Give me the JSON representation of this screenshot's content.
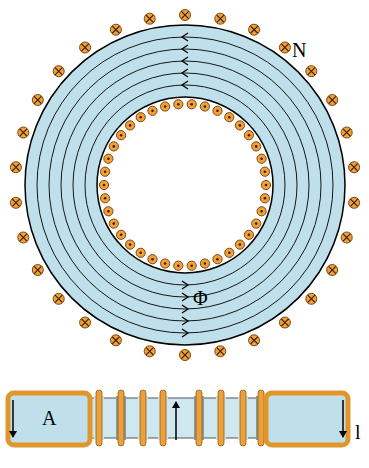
{
  "diagram": {
    "labels": [
      "N",
      "Φ",
      "A",
      "l"
    ]
  }
}
